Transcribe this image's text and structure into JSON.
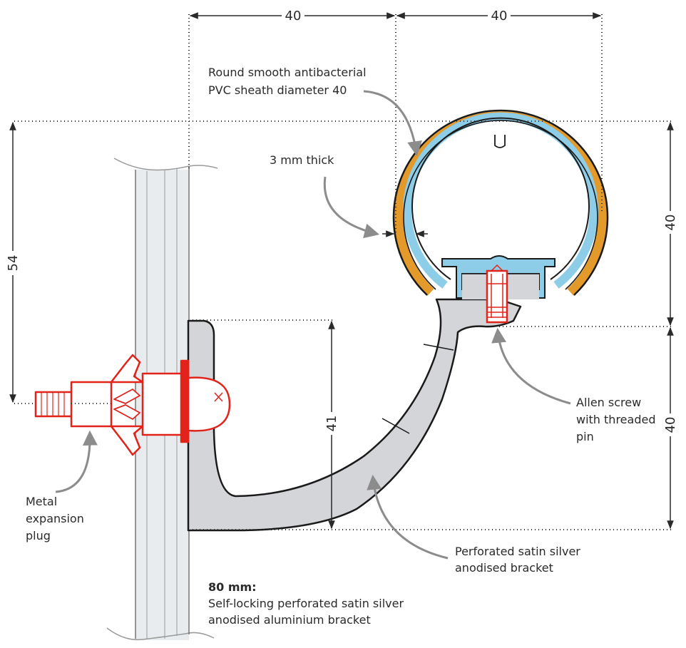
{
  "dimensions": {
    "top_left_width": "40",
    "top_right_width": "40",
    "left_height": "54",
    "right_upper_height": "40",
    "right_lower_height": "40",
    "bracket_height": "41"
  },
  "labels": {
    "sheath_line1": "Round smooth antibacterial",
    "sheath_line2": "PVC sheath diameter 40",
    "thickness": "3 mm thick",
    "screw_line1": "Allen screw",
    "screw_line2": "with threaded",
    "screw_line3": "pin",
    "plug_line1": "Metal",
    "plug_line2": "expansion",
    "plug_line3": "plug",
    "bracket_line1": "Perforated satin silver",
    "bracket_line2": "anodised bracket",
    "note_title": "80 mm:",
    "note_line1": "Self-locking perforated satin silver",
    "note_line2": "anodised aluminium bracket"
  },
  "colors": {
    "sheath_orange": "#E39A2B",
    "core_blue": "#8ECDE8",
    "bracket_grey": "#D3D5D8",
    "wall_grey": "#E9ECEE",
    "fixing_red": "#E2231A",
    "arrow_grey": "#8C8C8C"
  }
}
